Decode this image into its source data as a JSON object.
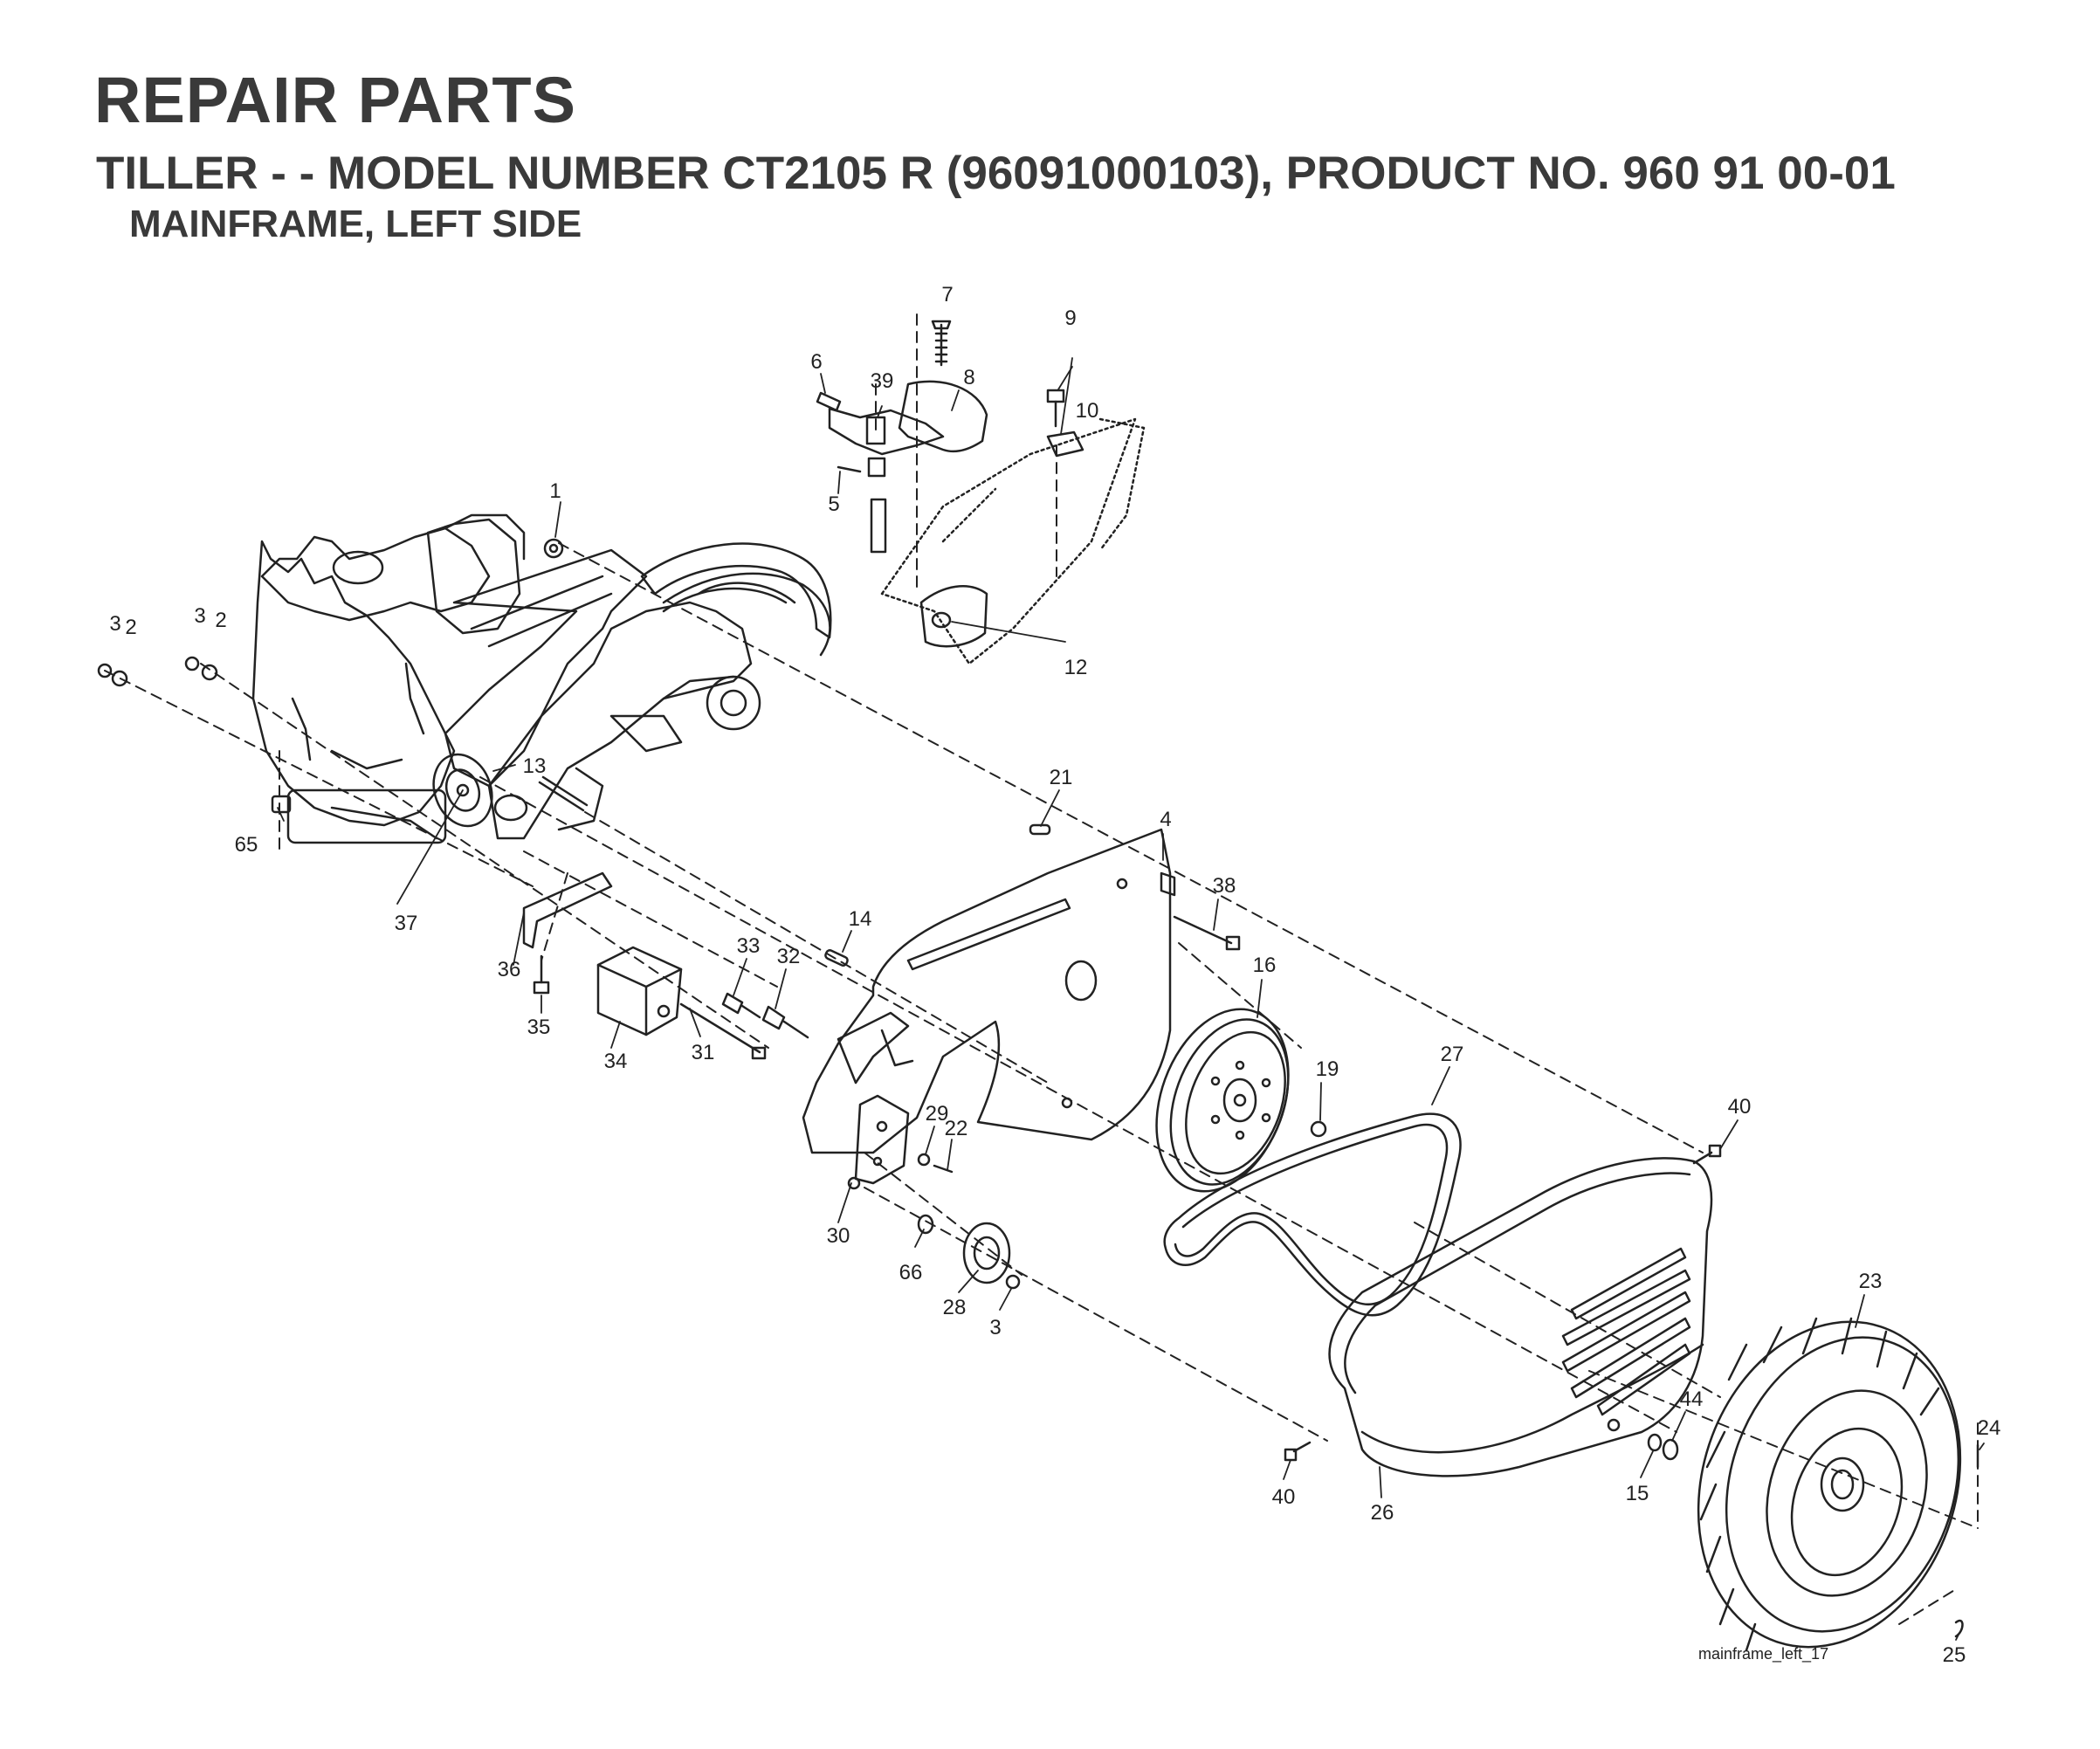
{
  "header": {
    "title": "REPAIR PARTS",
    "subtitle": "TILLER - - MODEL NUMBER CT2105 R (96091000103), PRODUCT NO. 960 91 00-01",
    "section": "MAINFRAME, LEFT SIDE"
  },
  "figure_id": "mainframe_left_17",
  "callouts": [
    "1",
    "2",
    "2",
    "3",
    "3",
    "3",
    "4",
    "5",
    "6",
    "7",
    "8",
    "9",
    "10",
    "12",
    "13",
    "14",
    "15",
    "16",
    "19",
    "21",
    "22",
    "23",
    "24",
    "25",
    "26",
    "27",
    "28",
    "29",
    "30",
    "31",
    "32",
    "33",
    "34",
    "35",
    "36",
    "37",
    "38",
    "39",
    "40",
    "40",
    "44",
    "65",
    "66"
  ],
  "colors": {
    "ink": "#222222",
    "heading": "#3a3a3a",
    "background": "#ffffff"
  }
}
